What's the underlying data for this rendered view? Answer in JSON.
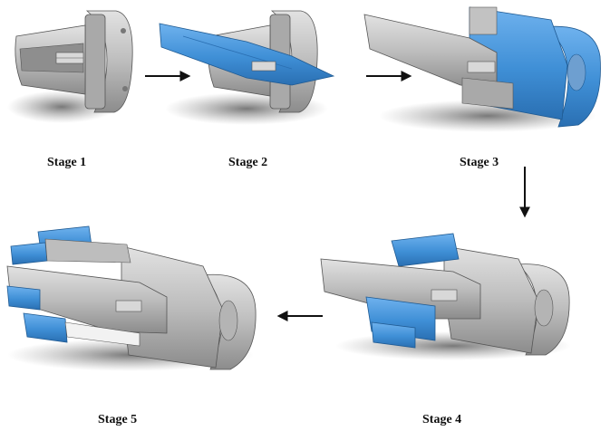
{
  "stages": [
    {
      "id": "stage-1",
      "label": "Stage 1"
    },
    {
      "id": "stage-2",
      "label": "Stage 2"
    },
    {
      "id": "stage-3",
      "label": "Stage 3"
    },
    {
      "id": "stage-4",
      "label": "Stage 4"
    },
    {
      "id": "stage-5",
      "label": "Stage 5"
    }
  ],
  "colors": {
    "metal_light": "#c9c9c9",
    "metal_mid": "#9a9a9a",
    "metal_dark": "#6e6e6e",
    "part_blue": "#3f8fd6",
    "part_blue_dark": "#2a6fb2",
    "shadow": "#7a7a7a",
    "arrow": "#111111"
  }
}
